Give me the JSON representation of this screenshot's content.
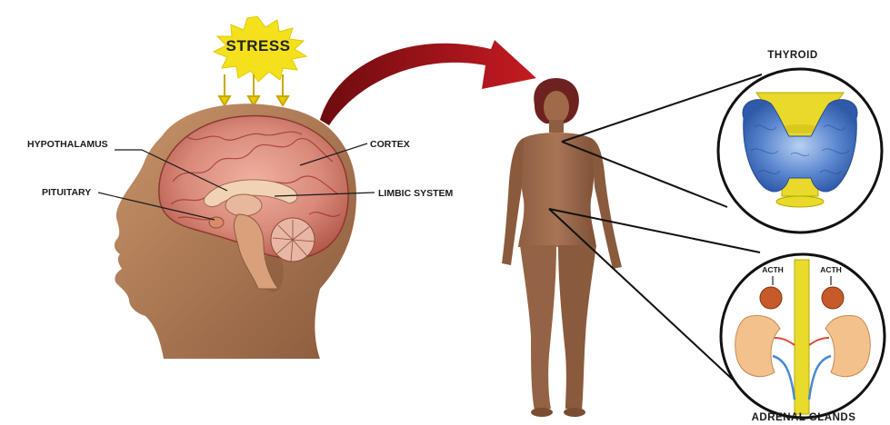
{
  "stress_label": "STRESS",
  "brain_labels": {
    "hypothalamus": "HYPOTHALAMUS",
    "pituitary": "PITUITARY",
    "cortex": "CORTEX",
    "limbic_system": "LIMBIC SYSTEM"
  },
  "organ_labels": {
    "thyroid": "THYROID",
    "adrenal_glands": "ADRENAL GLANDS",
    "acth_left": "ACTH",
    "acth_right": "ACTH"
  },
  "colors": {
    "stress_burst": "#f5e21a",
    "brain_tissue": "#c96a5a",
    "skin": "#9b6a4b",
    "thyroid_tissue": "#4a78c8",
    "arrow": "#a8151a",
    "adrenal": "#f3c08a"
  }
}
